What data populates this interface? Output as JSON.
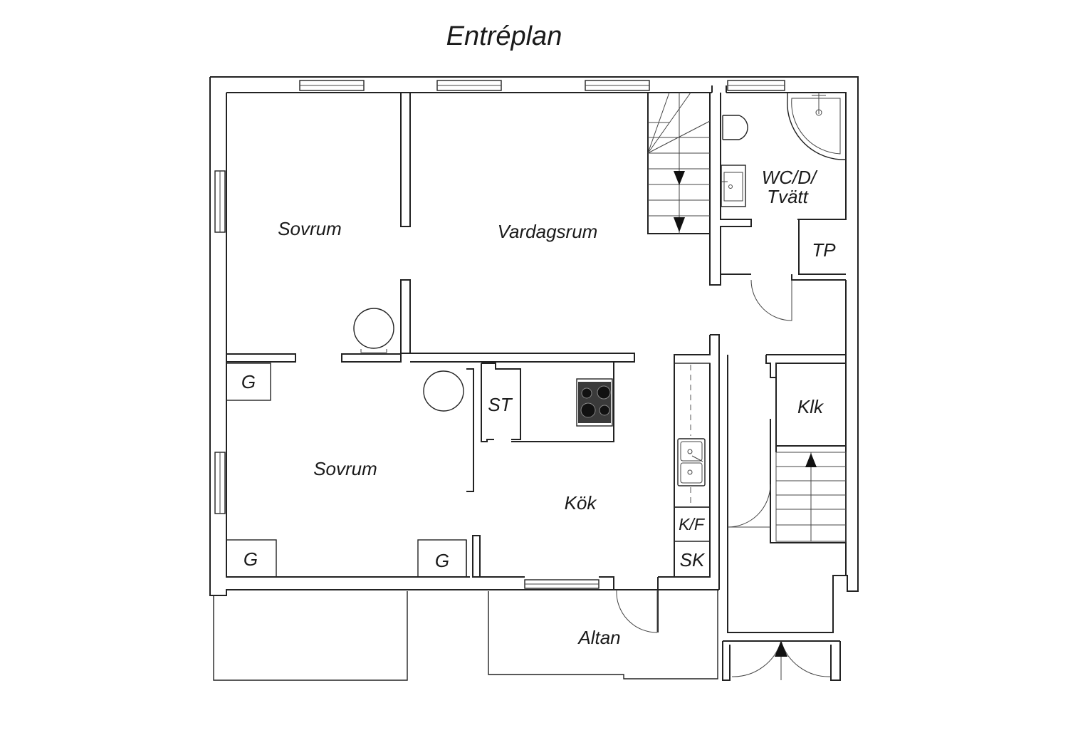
{
  "title": "Entréplan",
  "rooms": {
    "sovrum_top": "Sovrum",
    "vardagsrum": "Vardagsrum",
    "wc_line1": "WC/D/",
    "wc_line2": "Tvätt",
    "tp": "TP",
    "g_left": "G",
    "st": "ST",
    "klk": "Klk",
    "sovrum_bottom": "Sovrum",
    "kok": "Kök",
    "kf": "K/F",
    "g_bottom_left": "G",
    "g_bottom_mid": "G",
    "sk": "SK",
    "altan": "Altan"
  },
  "icons": {
    "stair_down": "arrow-down-icon",
    "stair_up": "arrow-up-icon",
    "stove": "stove-icon",
    "sink": "sink-icon",
    "shower": "shower-icon",
    "toilet": "toilet-icon"
  },
  "colors": {
    "wall": "#222222",
    "stove": "#3a3a3a",
    "background": "#ffffff"
  }
}
